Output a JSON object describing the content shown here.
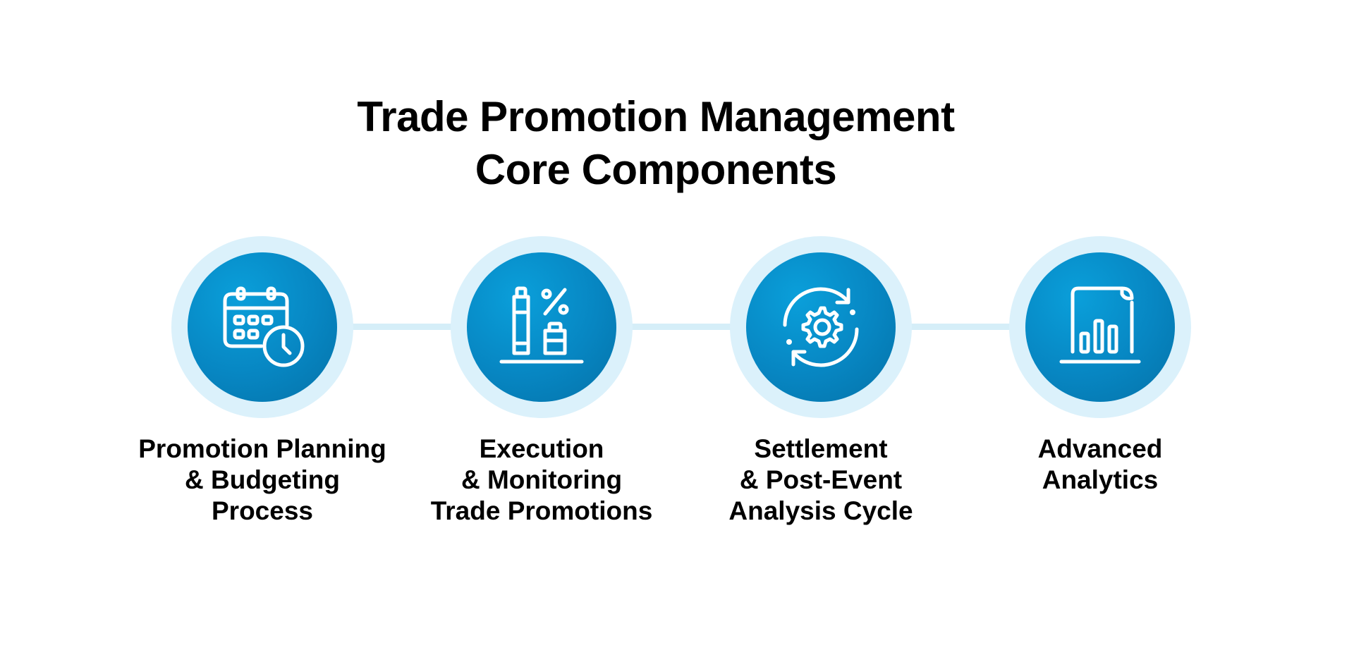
{
  "title": {
    "line1": "Trade Promotion Management",
    "line2": "Core Components"
  },
  "colors": {
    "circle_outer": "#dbf1fb",
    "circle_inner": "#0786c2",
    "connector": "#d5eef8",
    "icon_stroke": "#ffffff"
  },
  "steps": [
    {
      "icon": "calendar-clock-icon",
      "label_lines": [
        "Promotion Planning",
        "& Budgeting",
        "Process"
      ]
    },
    {
      "icon": "bottles-percent-icon",
      "label_lines": [
        "Execution",
        "& Monitoring",
        "Trade Promotions"
      ]
    },
    {
      "icon": "gear-cycle-icon",
      "label_lines": [
        "Settlement",
        "& Post-Event",
        "Analysis Cycle"
      ]
    },
    {
      "icon": "document-chart-icon",
      "label_lines": [
        "Advanced",
        "Analytics"
      ]
    }
  ]
}
